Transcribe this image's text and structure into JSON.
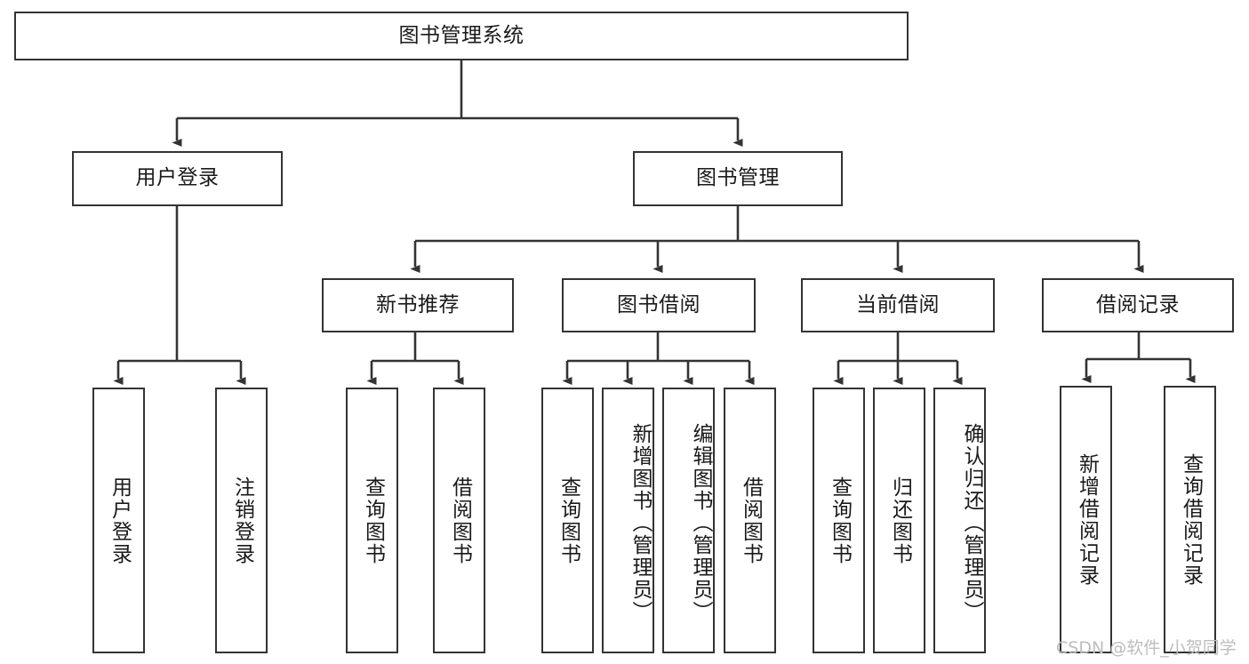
{
  "diagram": {
    "title": "图书管理系统",
    "type": "tree",
    "watermark": "CSDN @软件_小贺同学",
    "colors": {
      "box_border": "#333333",
      "box_fill": "#ffffff",
      "text": "#1a1a1a",
      "link": "#333333",
      "watermark": "#bdbdbd"
    },
    "root": {
      "label": "图书管理系统"
    },
    "level2": [
      {
        "label": "用户登录"
      },
      {
        "label": "图书管理"
      }
    ],
    "level3": [
      {
        "label": "新书推荐"
      },
      {
        "label": "图书借阅"
      },
      {
        "label": "当前借阅"
      },
      {
        "label": "借阅记录"
      }
    ],
    "leaves": {
      "user_login": [
        {
          "label": "用户登录"
        },
        {
          "label": "注销登录"
        }
      ],
      "new_book": [
        {
          "label": "查询图书"
        },
        {
          "label": "借阅图书"
        }
      ],
      "book_borrow": [
        {
          "label": "查询图书"
        },
        {
          "label": "新增图书（管理员）"
        },
        {
          "label": "编辑图书（管理员）"
        },
        {
          "label": "借阅图书"
        }
      ],
      "current_borrow": [
        {
          "label": "查询图书"
        },
        {
          "label": "归还图书"
        },
        {
          "label": "确认归还（管理员）"
        }
      ],
      "borrow_record": [
        {
          "label": "新增借阅记录"
        },
        {
          "label": "查询借阅记录"
        }
      ]
    }
  }
}
